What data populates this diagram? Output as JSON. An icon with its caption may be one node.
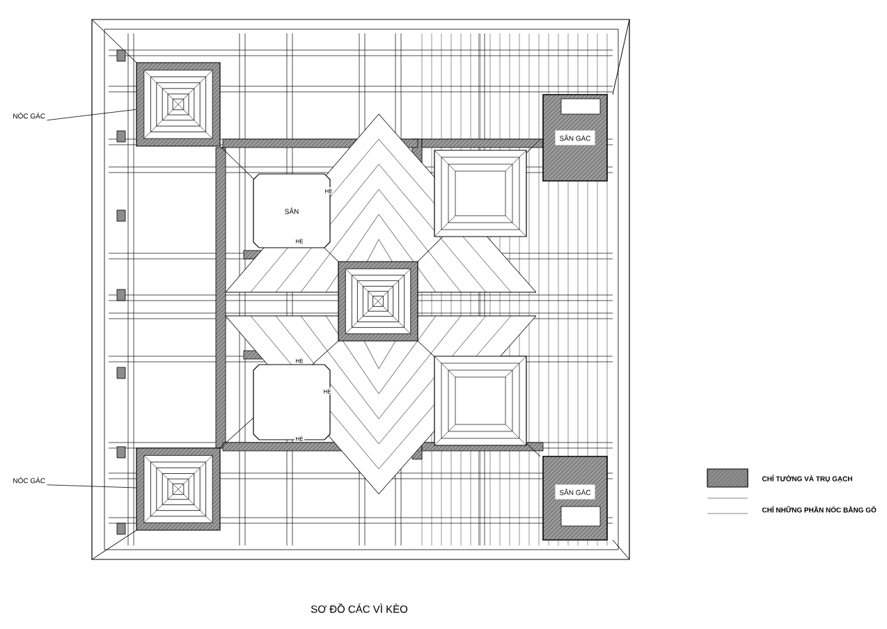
{
  "diagram": {
    "caption": "SƠ ĐỒ CÁC VÌ KÈO",
    "nodes": [
      {
        "text": [
          "NÓC GÁC"
        ]
      },
      {
        "text": [],
        "shape": "box"
      },
      {
        "text": [
          "SÂN GÁC"
        ]
      },
      {
        "text": [
          "SÂN"
        ]
      },
      {
        "text": [],
        "shape": "box"
      },
      {
        "text": [
          "NÓC GÁC"
        ]
      },
      {
        "text": [],
        "shape": "box"
      },
      {
        "text": [
          "SÂN GÁC"
        ]
      }
    ],
    "edges": [
      {
        "from": 0,
        "to": 1,
        "arrow": "none"
      },
      {
        "from": 5,
        "to": 6,
        "arrow": "none"
      }
    ],
    "labels": [
      "HÈ",
      "HÈ",
      "HÈ",
      "HÈ",
      "HÈ"
    ],
    "legend": [
      {
        "text": "CHỈ TƯỜNG VÀ TRỤ GẠCH",
        "color": "#8c8c8c"
      },
      {
        "text": "CHỈ NHỮNG PHẦN NÓC BẰNG GỖ"
      }
    ]
  }
}
